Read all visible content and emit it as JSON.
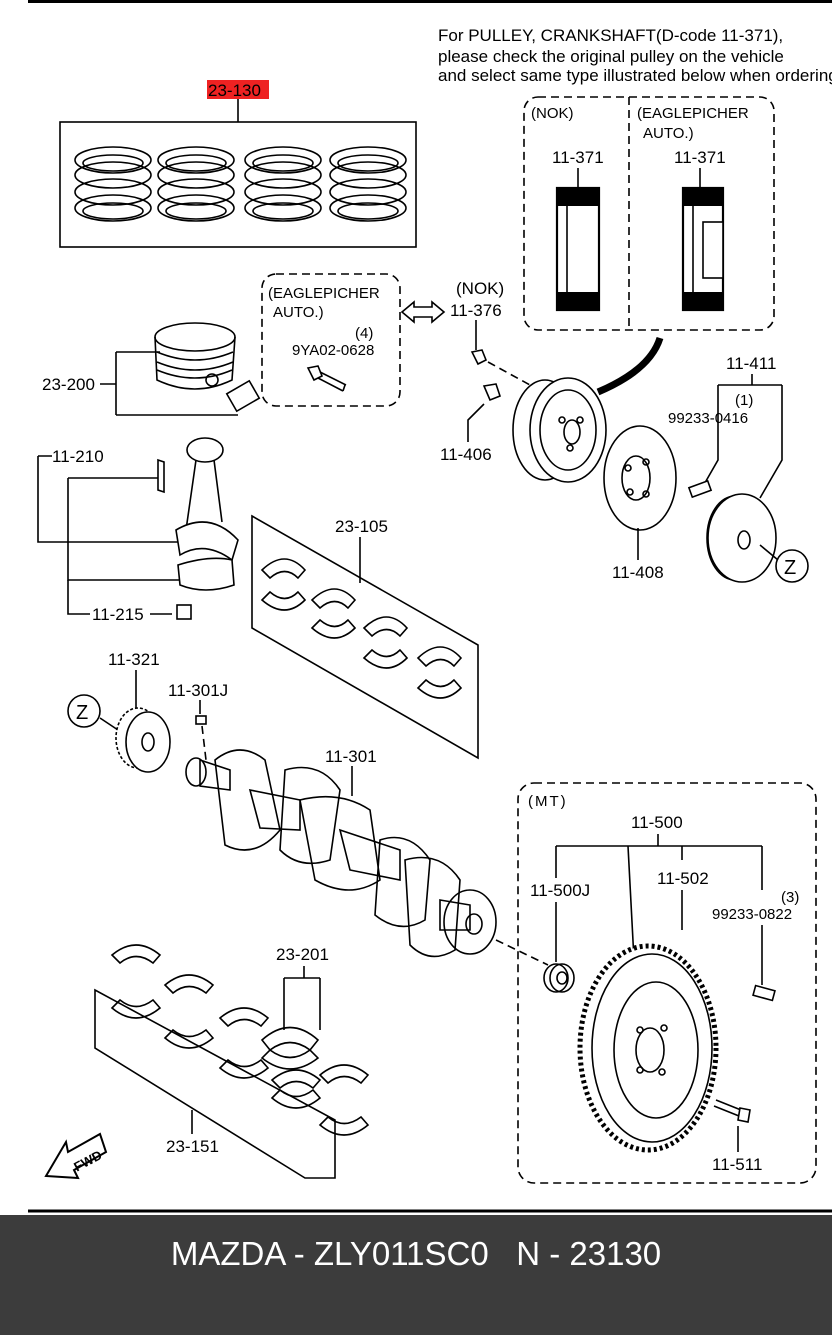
{
  "note": {
    "line1": "For PULLEY, CRANKSHAFT(D-code 11-371),",
    "line2": "please check the original pulley on the vehicle",
    "line3": "and select same type illustrated below when ordering."
  },
  "variants": {
    "nok": "(NOK)",
    "eaglepicher_1": "(EAGLEPICHER",
    "eaglepicher_2": "AUTO.)",
    "mt": "(MT)"
  },
  "highlight_color": "#ee2222",
  "callouts": {
    "rings": "23-130",
    "piston": "23-200",
    "conrod": "11-210",
    "conrod_nut": "11-215",
    "upper_bearings": "23-105",
    "pulley_nok_left": "11-371",
    "pulley_nok_right": "11-371",
    "nok_bolt": "11-376",
    "ep_bolt": "9YA02-0628",
    "ep_bolt_qty": "(4)",
    "pulley_bolt": "11-406",
    "plate": "11-408",
    "damper": "11-411",
    "damper_pin": "99233-0416",
    "damper_pin_qty": "(1)",
    "ref_z": "Z",
    "sprocket": "11-321",
    "key": "11-301J",
    "crankshaft": "11-301",
    "thrust": "23-201",
    "main_bearings": "23-151",
    "flywheel_asm": "11-500",
    "pilot_bearing": "11-500J",
    "ring_gear": "11-502",
    "flywheel_pin": "99233-0822",
    "flywheel_pin_qty": "(3)",
    "flywheel_bolt": "11-511",
    "fwd": "FWD"
  },
  "footer": {
    "text": "MAZDA - ZLY011SC0   N - 23130"
  }
}
